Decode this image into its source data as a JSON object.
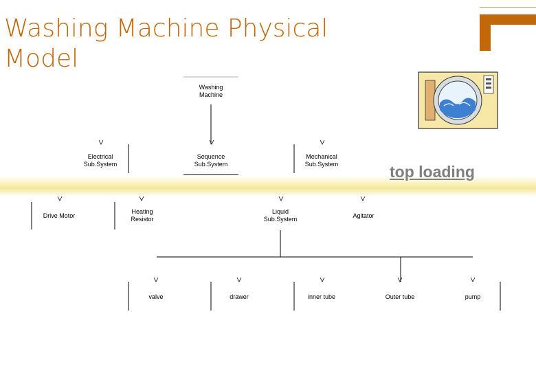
{
  "slide": {
    "title": "Washing Machine Physical Model",
    "link_text": "top loading"
  },
  "nodes": {
    "washing_machine": "Washing\nMachine",
    "electrical": "Electrical\nSub.System",
    "sequence": "Sequence\nSub.System",
    "mechanical": "Mechanical\nSub.System",
    "drive_motor": "Drive Motor",
    "heating_resistor": "Heating\nResistor",
    "liquid": "Liquid\nSub.System",
    "agitator": "Agitator",
    "valve": "valve",
    "drawer": "drawer",
    "inner_tube": "inner tube",
    "outer_tube": "Outer tube",
    "pump": "pump"
  },
  "colors": {
    "title": "#c0680a",
    "accent": "#c0680a",
    "link": "#7f7f7f",
    "band": "#f3e79a"
  },
  "icons": {
    "washer": "washing-machine-icon"
  }
}
